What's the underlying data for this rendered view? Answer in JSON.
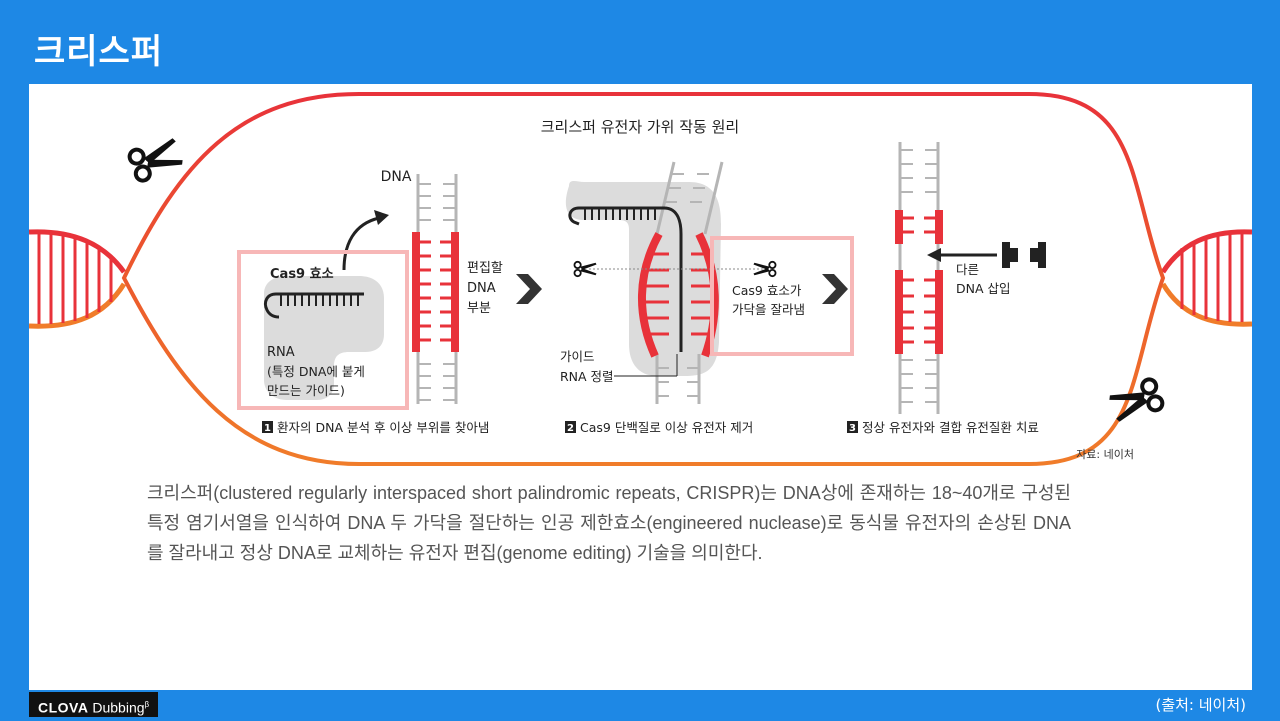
{
  "page": {
    "title": "크리스퍼"
  },
  "diagram": {
    "heading": "크리스퍼 유전자 가위 작동 원리",
    "dna_label": "DNA",
    "cas9_label": "Cas9 효소",
    "rna_label": "RNA",
    "rna_desc_1": "(특정 DNA에 붙게",
    "rna_desc_2": "만드는 가이드)",
    "edit_label_1": "편집할",
    "edit_label_2": "DNA",
    "edit_label_3": "부분",
    "cut_label_1": "Cas9 효소가",
    "cut_label_2": "가닥을 잘라냄",
    "guide_label_1": "가이드",
    "guide_label_2": "RNA 정렬",
    "insert_label_1": "다른",
    "insert_label_2": "DNA 삽입",
    "steps": [
      {
        "num": "1",
        "label": "환자의 DNA 분석 후 이상 부위를 찾아냄"
      },
      {
        "num": "2",
        "label": "Cas9 단백질로 이상 유전자 제거"
      },
      {
        "num": "3",
        "label": "정상 유전자와 결합 유전질환 치료"
      }
    ],
    "source": "자료: 네이처"
  },
  "paragraph": "크리스퍼(clustered regularly interspaced short palindromic repeats, CRISPR)는 DNA상에 존재하는 18~40개로 구성된 특정 염기서열을 인식하여 DNA 두 가닥을 절단하는 인공 제한효소(engineered nuclease)로 동식물 유전자의 손상된 DNA를 잘라내고 정상 DNA로 교체하는 유전자 편집(genome editing) 기술을 의미한다.",
  "footer": {
    "brand_bold": "CLOVA",
    "brand_rest": " Dubbing",
    "brand_mark": "β",
    "source": "(출처: 네이처)"
  },
  "colors": {
    "background": "#1e88e5",
    "panel": "#ffffff",
    "red": "#e8323a",
    "orange": "#f07c2a",
    "gray_strand": "#b5b5b5",
    "highlight_box": "#f7b7b7"
  }
}
